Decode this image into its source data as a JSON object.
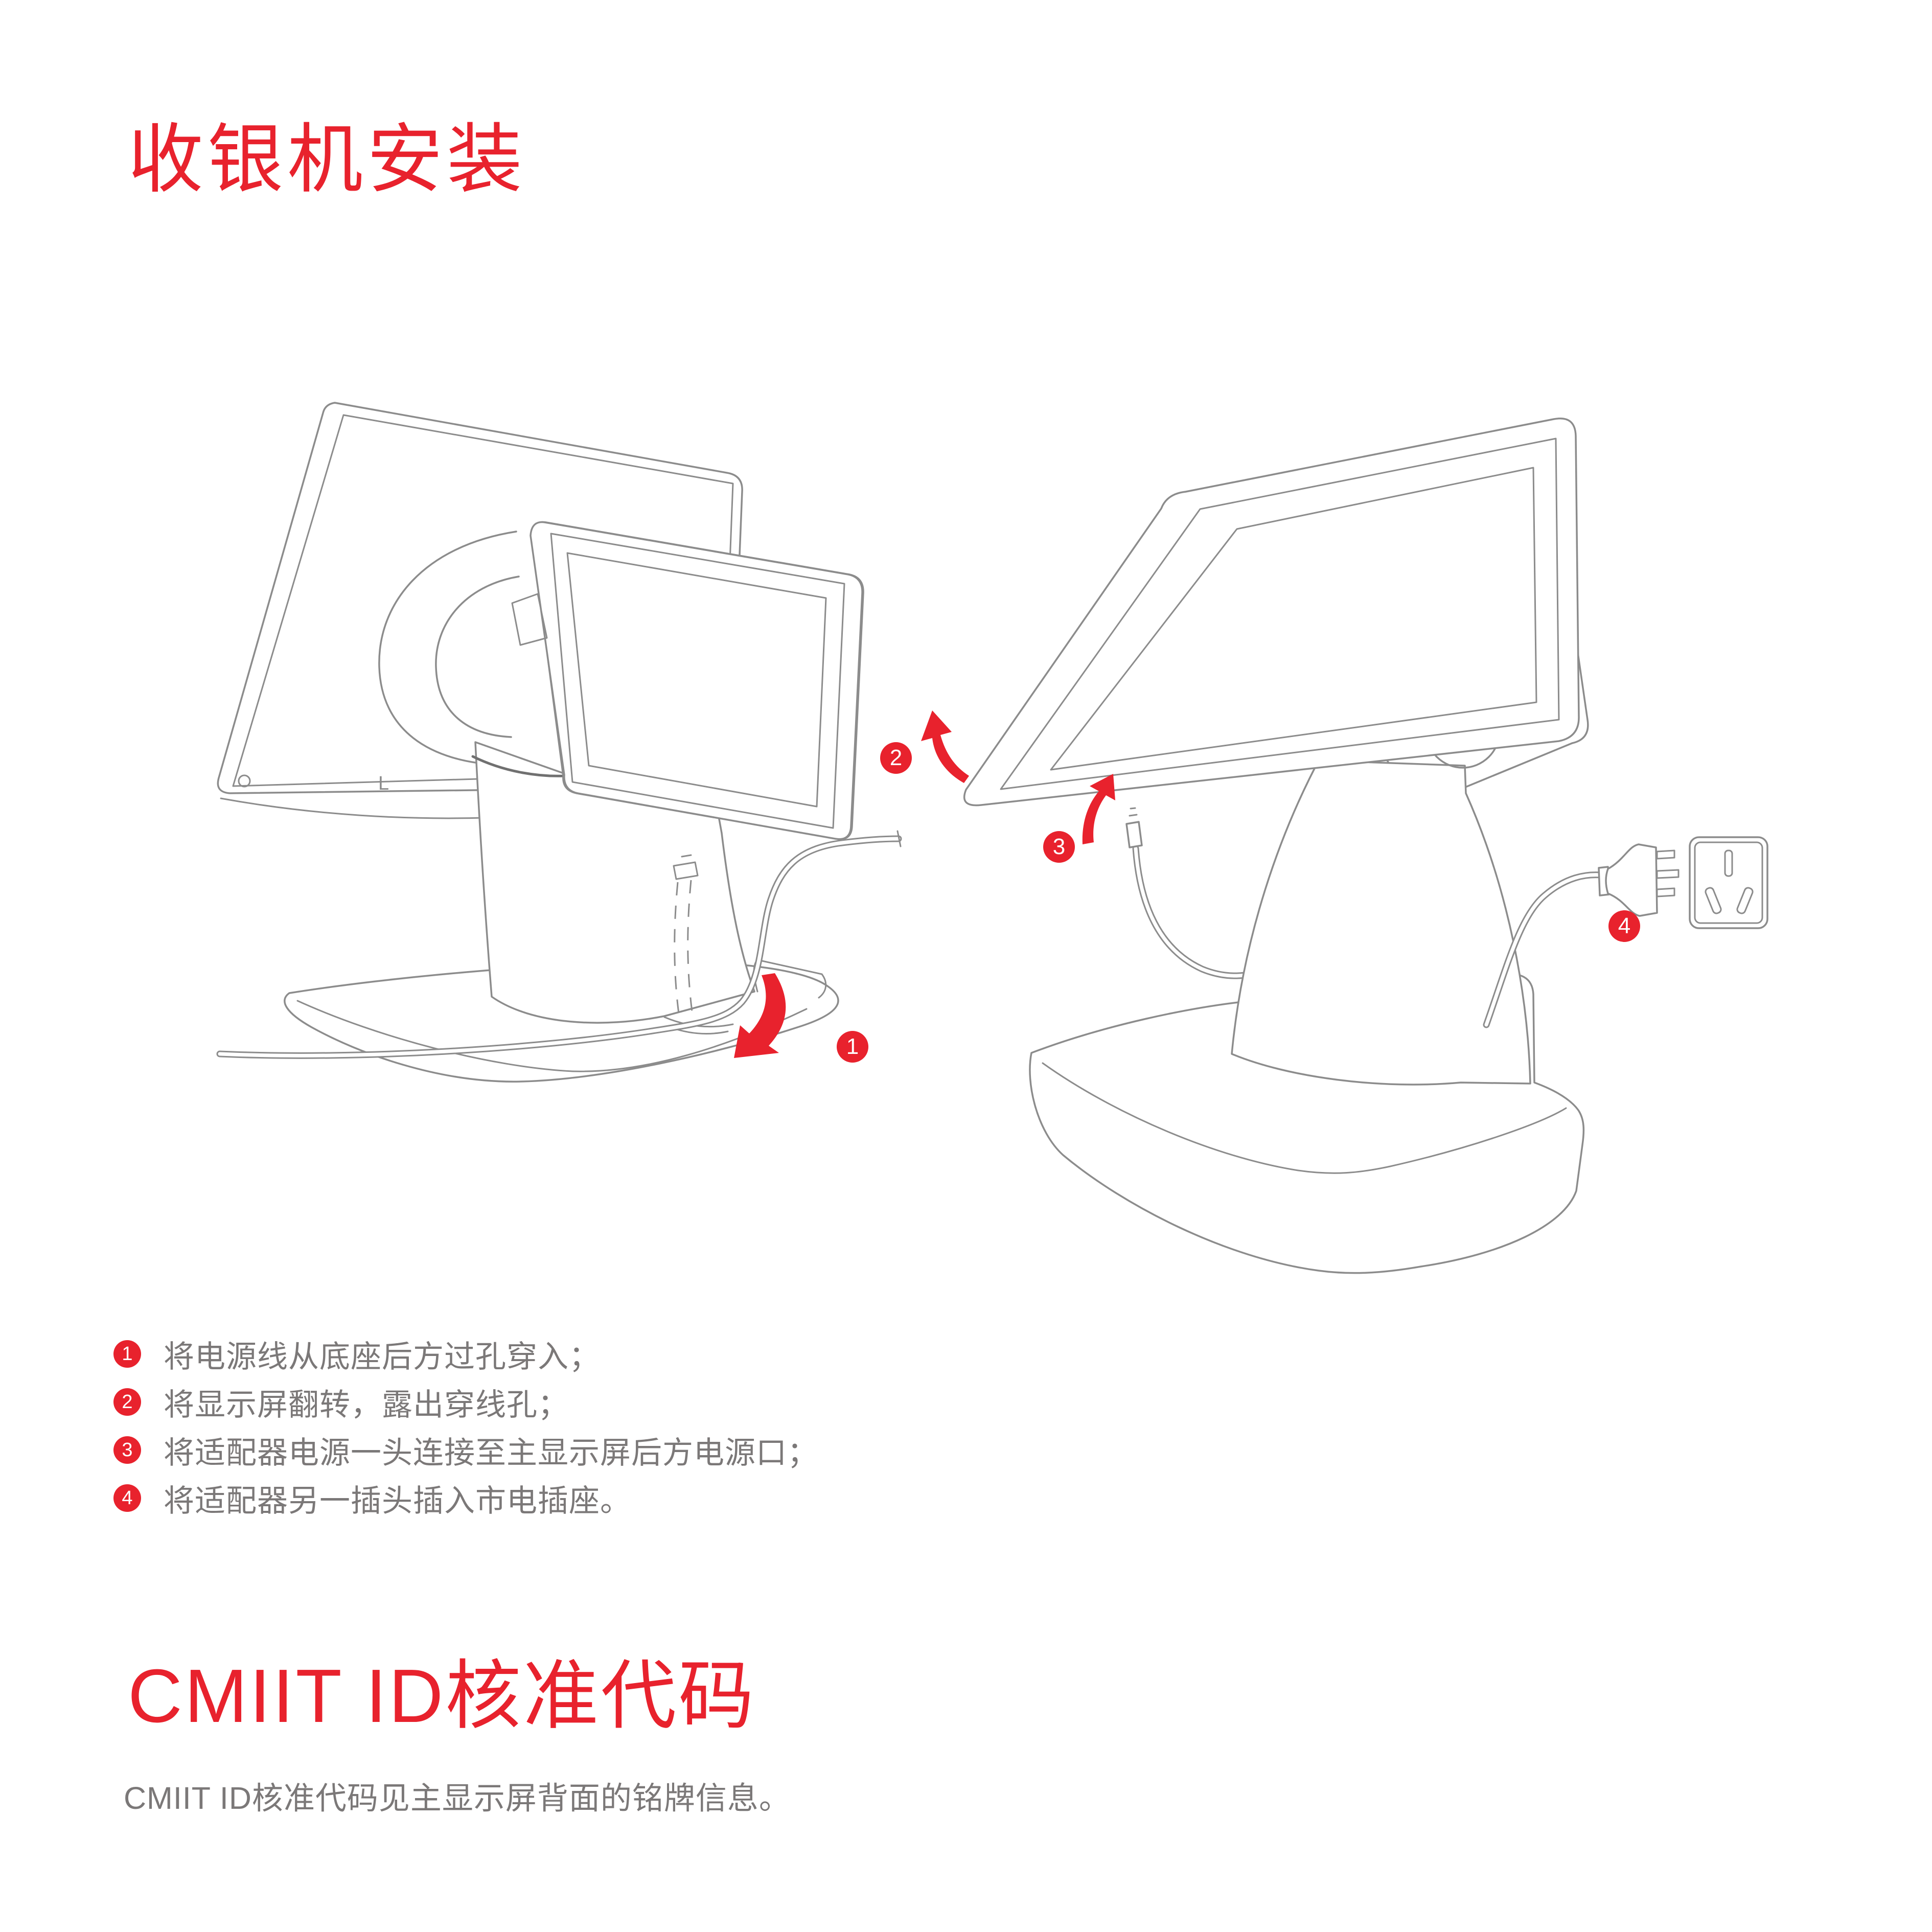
{
  "title": "收银机安装",
  "steps": [
    {
      "num": "1",
      "text": "将电源线从底座后方过孔穿入；"
    },
    {
      "num": "2",
      "text": "将显示屏翻转，露出穿线孔；"
    },
    {
      "num": "3",
      "text": "将适配器电源一头连接至主显示屏后方电源口；"
    },
    {
      "num": "4",
      "text": "将适配器另一插头插入市电插座。"
    }
  ],
  "markers": {
    "m1": "1",
    "m2": "2",
    "m3": "3",
    "m4": "4"
  },
  "cmiit": {
    "title": "CMIIT ID核准代码",
    "body": "CMIIT ID核准代码见主显示屏背面的铭牌信息。"
  },
  "diagram": {
    "screen_label": "L"
  },
  "colors": {
    "accent": "#e8222d",
    "text_gray": "#7b7878",
    "line_gray": "#8c8c8c"
  }
}
